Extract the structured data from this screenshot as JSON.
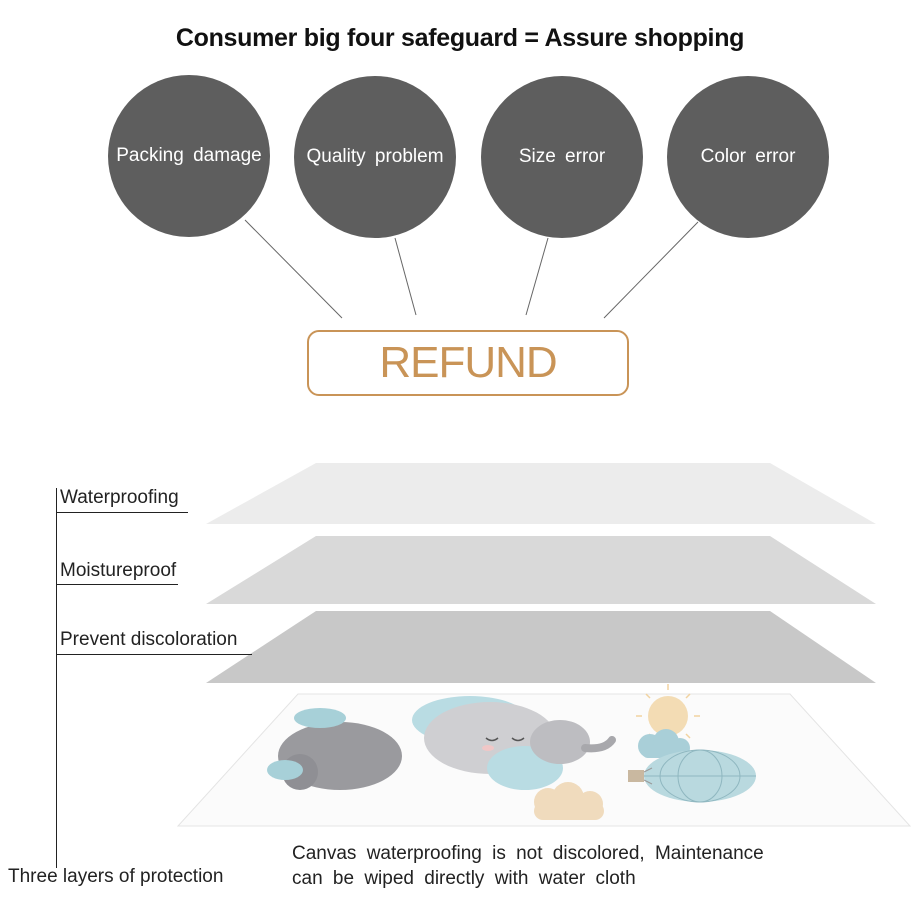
{
  "header": {
    "title": "Consumer big four safeguard = Assure shopping"
  },
  "safeguards": [
    {
      "label": "Packing damage",
      "icon": "circle-badge"
    },
    {
      "label": "Quality problem",
      "icon": "circle-badge"
    },
    {
      "label": "Size error",
      "icon": "circle-badge"
    },
    {
      "label": "Color error",
      "icon": "circle-badge"
    }
  ],
  "refund": {
    "label": "REFUND",
    "color": "#c99457"
  },
  "layers": {
    "items": [
      "Waterproofing",
      "Moistureproof",
      "Prevent discoloration"
    ],
    "group_label": "Three layers of protection",
    "colors": [
      "#e8e8e8",
      "#d6d6d6",
      "#c4c4c4"
    ]
  },
  "description": {
    "line1": "Canvas waterproofing is not discolored, Maintenance",
    "line2": "can be wiped directly with water cloth"
  }
}
